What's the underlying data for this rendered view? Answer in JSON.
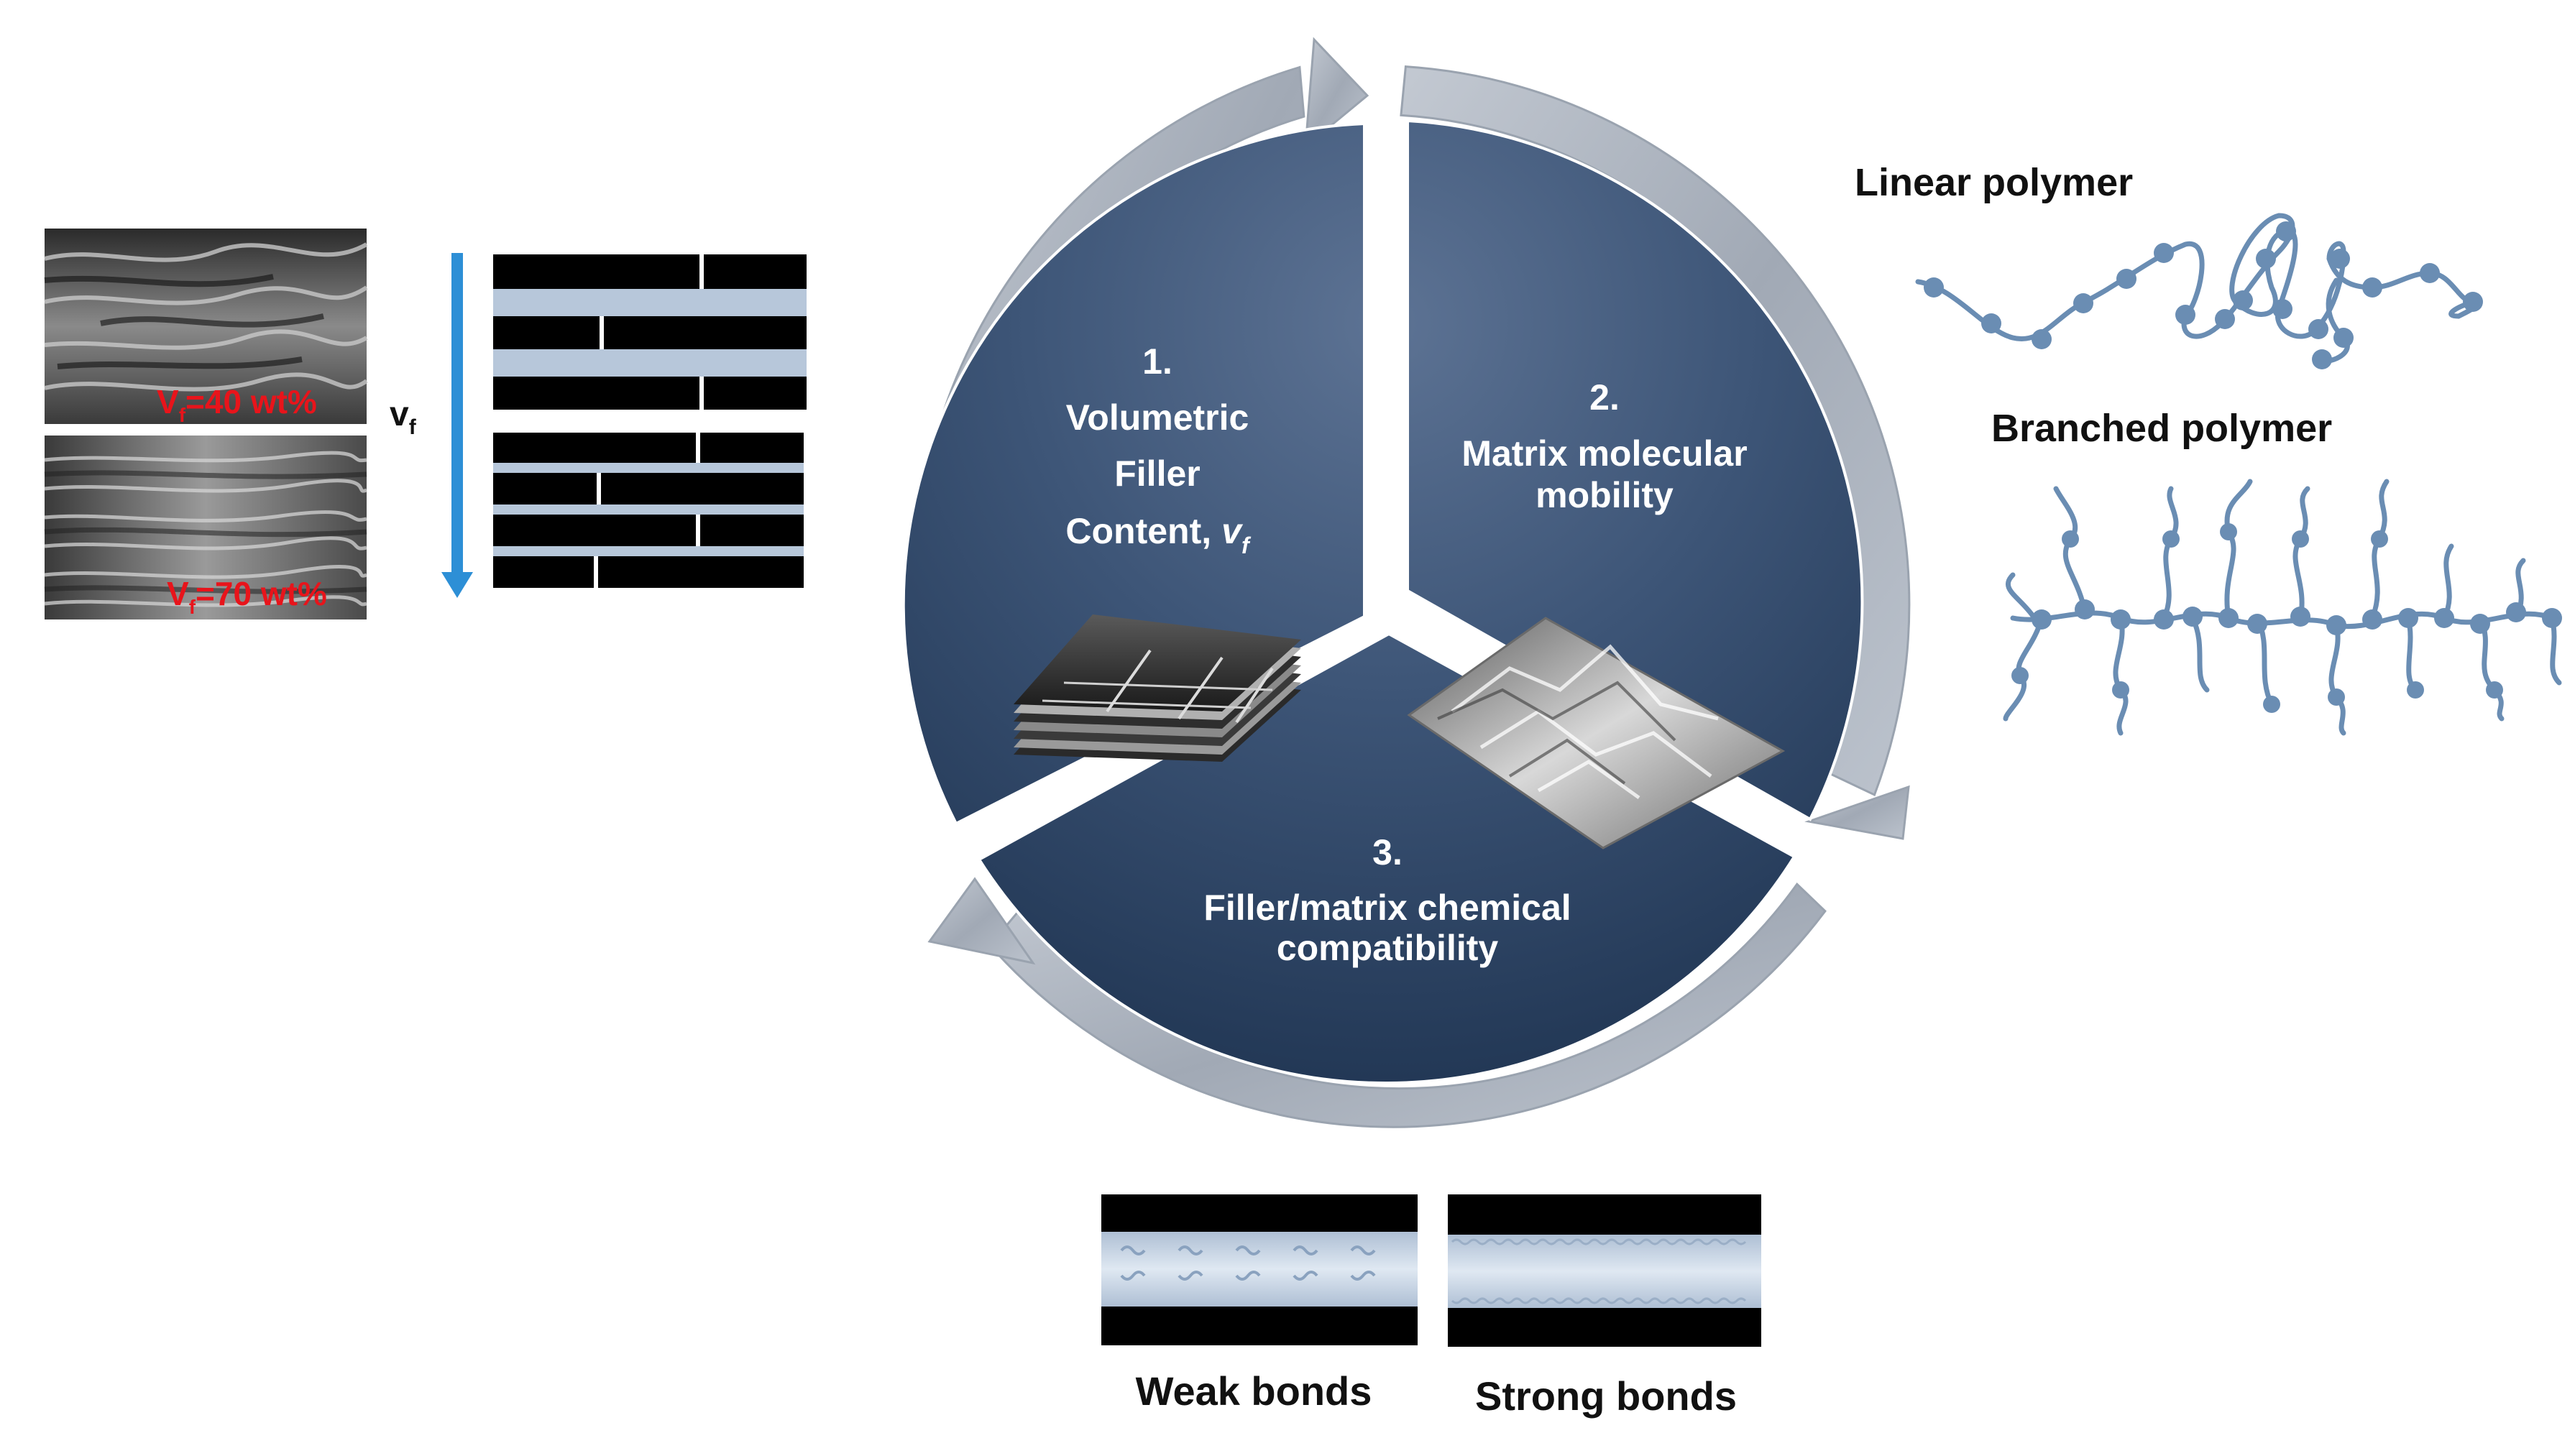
{
  "cycle": {
    "segment1": {
      "number": "1.",
      "line1": "Volumetric",
      "line2": "Filler",
      "line3": "Content,",
      "symbol": "v",
      "subscript": "f"
    },
    "segment2": {
      "number": "2.",
      "line1": "Matrix molecular",
      "line2": "mobility"
    },
    "segment3": {
      "number": "3.",
      "line1": "Filler/matrix chemical",
      "line2": "compatibility"
    }
  },
  "sem_images": {
    "top_label": {
      "prefix": "V",
      "sub": "f",
      "suffix": "=40 wt%"
    },
    "bottom_label": {
      "prefix": "V",
      "sub": "f",
      "suffix": "=70 wt%"
    }
  },
  "arrow_label": {
    "symbol": "v",
    "subscript": "f"
  },
  "polymers": {
    "linear_label": "Linear polymer",
    "branched_label": "Branched polymer"
  },
  "bonds": {
    "weak_label": "Weak bonds",
    "strong_label": "Strong bonds"
  },
  "colors": {
    "segment_dark": "#243a57",
    "segment_light": "#53698a",
    "ring": "#a8b0bc",
    "arrow_blue": "#2d8fd6",
    "polymer": "#6a8db3",
    "interlayer": "#b7c7da",
    "sem_text": "#e8141b"
  }
}
